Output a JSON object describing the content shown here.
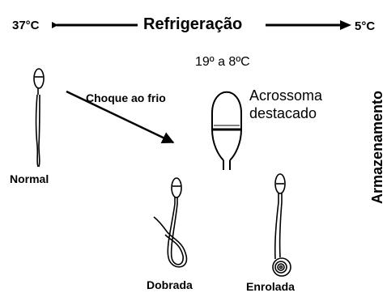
{
  "diagram": {
    "temp_start": "37°C",
    "title": "Refrigeração",
    "temp_end": "5°C",
    "range": "19º a 8ºC",
    "shock_label": "Choque ao frio",
    "acrosome_line1": "Acrossoma",
    "acrosome_line2": "destacado",
    "normal_label": "Normal",
    "folded_label": "Dobrada",
    "coiled_label": "Enrolada",
    "storage_label": "Armazenamento"
  }
}
